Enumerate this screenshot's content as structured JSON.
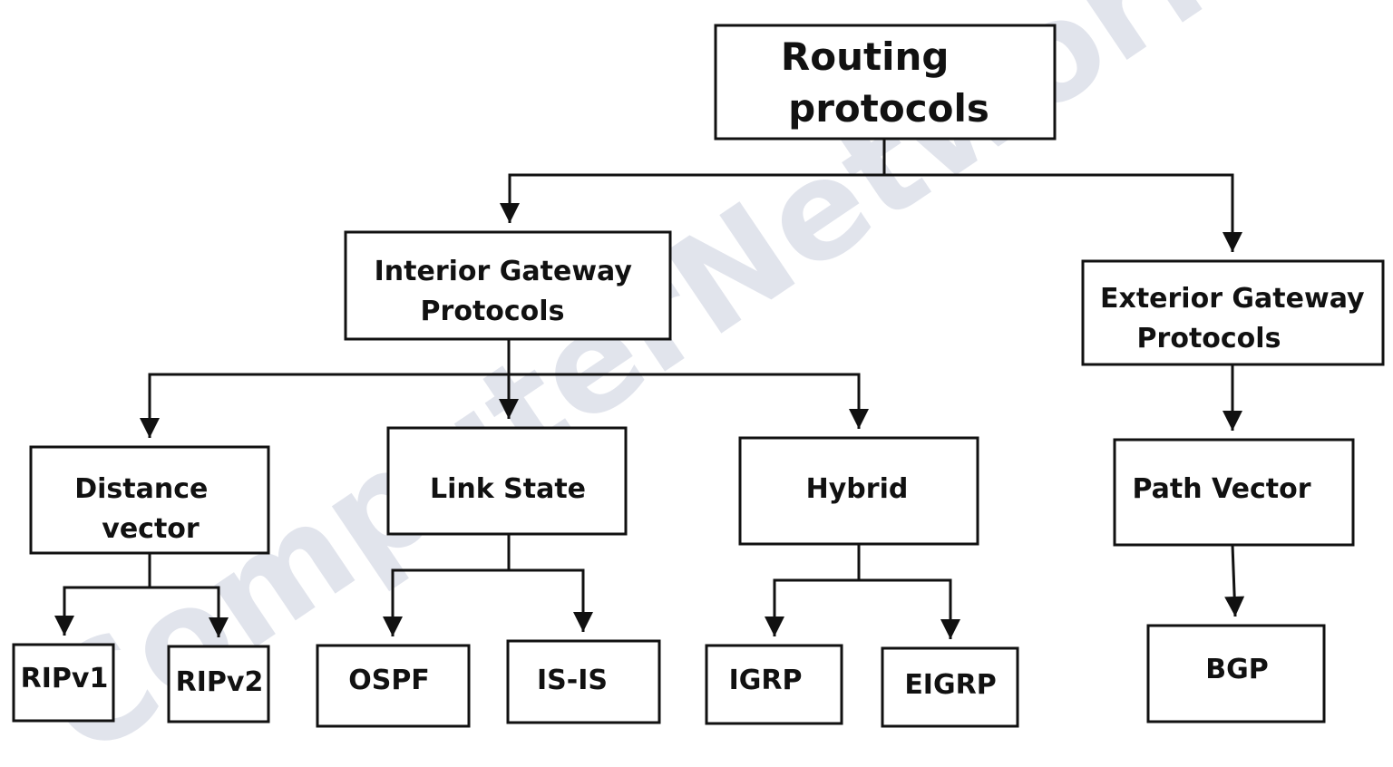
{
  "watermark": "ComputerNetworkingNotes",
  "nodes": {
    "root": [
      "Routing",
      "protocols"
    ],
    "igp": [
      "Interior Gateway",
      "Protocols"
    ],
    "egp": [
      "Exterior Gateway",
      "Protocols"
    ],
    "dv": [
      "Distance",
      "vector"
    ],
    "ls": [
      "Link State"
    ],
    "hy": [
      "Hybrid"
    ],
    "pv": [
      "Path Vector"
    ],
    "rip1": [
      "RIPv1"
    ],
    "rip2": [
      "RIPv2"
    ],
    "ospf": [
      "OSPF"
    ],
    "isis": [
      "IS-IS"
    ],
    "igrp": [
      "IGRP"
    ],
    "eigrp": [
      "EIGRP"
    ],
    "bgp": [
      "BGP"
    ]
  },
  "edges": [
    [
      "root",
      "igp"
    ],
    [
      "root",
      "egp"
    ],
    [
      "igp",
      "dv"
    ],
    [
      "igp",
      "ls"
    ],
    [
      "igp",
      "hy"
    ],
    [
      "egp",
      "pv"
    ],
    [
      "dv",
      "rip1"
    ],
    [
      "dv",
      "rip2"
    ],
    [
      "ls",
      "ospf"
    ],
    [
      "ls",
      "isis"
    ],
    [
      "hy",
      "igrp"
    ],
    [
      "hy",
      "eigrp"
    ],
    [
      "pv",
      "bgp"
    ]
  ]
}
